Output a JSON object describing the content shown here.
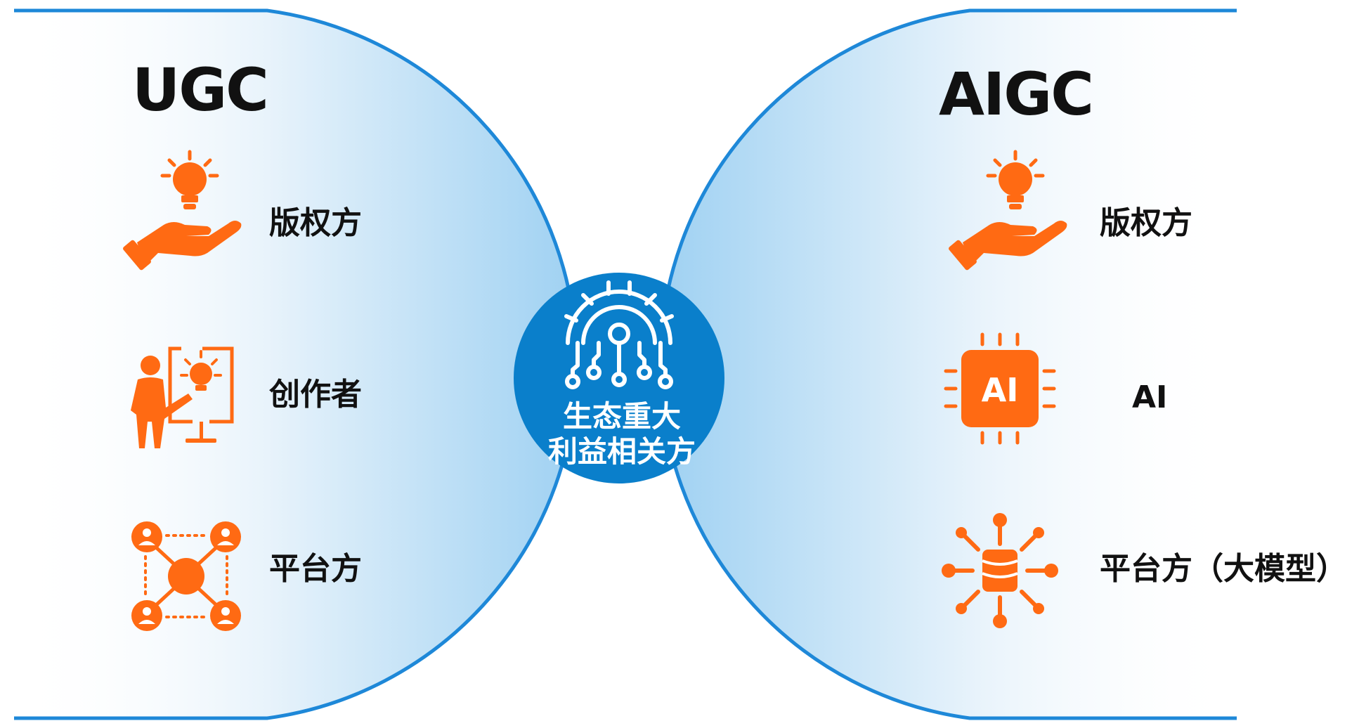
{
  "colors": {
    "accent_orange": "#FF6A13",
    "ring_blue": "#1E88D8",
    "center_blue": "#0A7FCB",
    "gradient_light": "#A9D7F4"
  },
  "ugc": {
    "title": "UGC",
    "items": [
      {
        "label": "版权方",
        "icon": "hand-lightbulb-icon"
      },
      {
        "label": "创作者",
        "icon": "presenter-idea-icon"
      },
      {
        "label": "平台方",
        "icon": "network-users-icon"
      }
    ]
  },
  "aigc": {
    "title": "AIGC",
    "items": [
      {
        "label": "版权方",
        "icon": "hand-lightbulb-icon"
      },
      {
        "label": "AI",
        "icon": "ai-chip-icon"
      },
      {
        "label": "平台方（大模型）",
        "icon": "database-network-icon"
      }
    ]
  },
  "center": {
    "icon": "gear-circuit-icon",
    "line1": "生态重大",
    "line2": "利益相关方"
  }
}
